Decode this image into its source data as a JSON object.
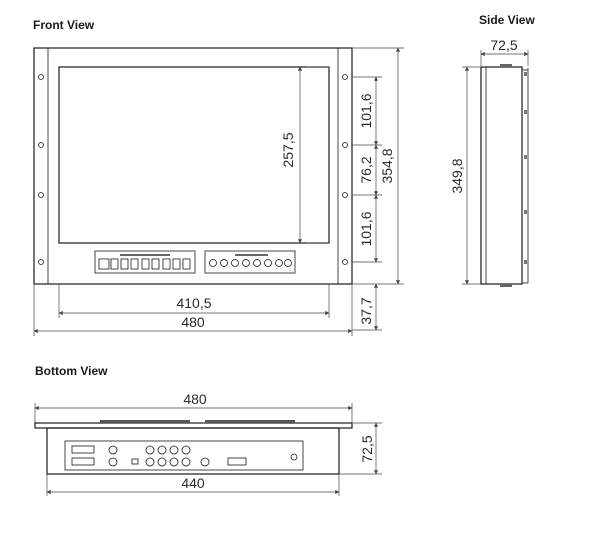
{
  "views": {
    "front": {
      "title": "Front View",
      "dims": {
        "screen_height": "257,5",
        "overall_height": "354,8",
        "upper_hole_spacing": "101,6",
        "middle_hole_spacing": "76,2",
        "lower_hole_spacing": "101,6",
        "bottom_margin": "37,7",
        "screen_width": "410,5",
        "overall_width": "480"
      }
    },
    "side": {
      "title": "Side View",
      "dims": {
        "depth": "72,5",
        "height": "349,8"
      }
    },
    "bottom": {
      "title": "Bottom View",
      "dims": {
        "overall_width": "480",
        "body_width": "440",
        "depth": "72,5"
      }
    }
  },
  "colors": {
    "line": "#1a1a1a",
    "dimension": "#444444",
    "panel_fill": "#f2f2f2",
    "body_fill": "#ececec"
  }
}
